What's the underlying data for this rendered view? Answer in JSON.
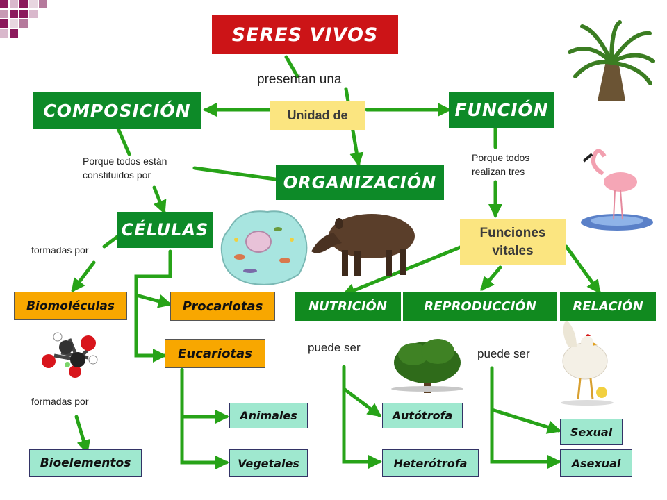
{
  "colors": {
    "title_red": "#cc1417",
    "node_green": "#0d8a28",
    "link_cream": "#fbe580",
    "biomol_orange": "#f8a700",
    "leaf_mint": "#9fe8cf",
    "arrow_green": "#27a318",
    "corner_purple": "#8b1a5c"
  },
  "nodes": {
    "seres_vivos": "SERES VIVOS",
    "composicion": "COMPOSICIÓN",
    "funcion": "FUNCIÓN",
    "unidad_de": "Unidad de",
    "organizacion": "ORGANIZACIÓN",
    "celulas": "CÉLULAS",
    "funciones_vitales": "Funciones vitales",
    "biomoleculas": "Biomoléculas",
    "bioelementos": "Bioelementos",
    "procariotas": "Procariotas",
    "eucariotas": "Eucariotas",
    "animales": "Animales",
    "vegetales": "Vegetales",
    "nutricion": "NUTRICIÓN",
    "reproduccion": "REPRODUCCIÓN",
    "relacion": "RELACIÓN",
    "autotrofa": "Autótrofa",
    "heterotrofa": "Heterótrofa",
    "sexual": "Sexual",
    "asexual": "Asexual"
  },
  "links": {
    "presentan_una": "presentan una",
    "porque_constituidos": "Porque todos están constituidos por",
    "porque_realizan": "Porque todos realizan tres",
    "formadas_por_1": "formadas por",
    "formadas_por_2": "formadas por",
    "puede_ser_1": "puede ser",
    "puede_ser_2": "puede ser"
  },
  "images": [
    "palm-tree",
    "flamingo",
    "animal-cell",
    "tapir",
    "molecule",
    "tree",
    "chicken"
  ]
}
